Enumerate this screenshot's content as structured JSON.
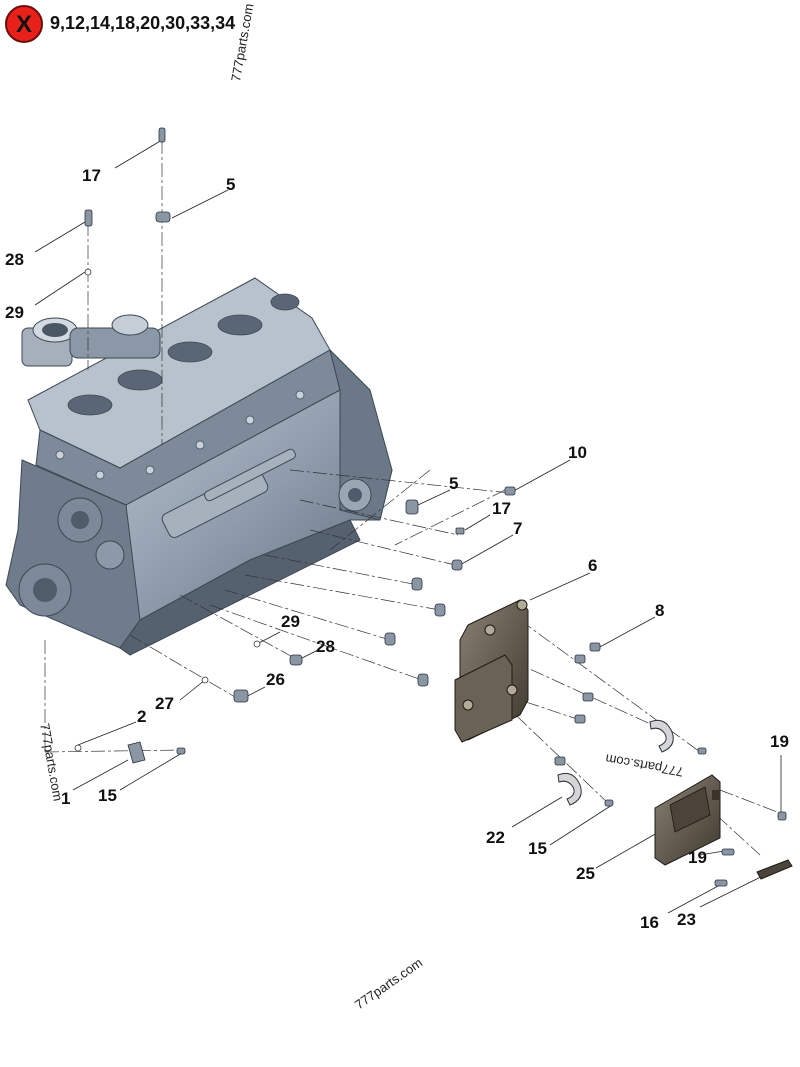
{
  "header": {
    "excluded_marker": "X",
    "excluded_items": "9,12,14,18,20,30,33,34"
  },
  "watermarks": [
    "777parts.com",
    "777parts.com",
    "777parts.com",
    "777parts.com"
  ],
  "callouts": {
    "c17a": "17",
    "c5a": "5",
    "c28a": "28",
    "c29a": "29",
    "c10": "10",
    "c5b": "5",
    "c17b": "17",
    "c7": "7",
    "c6": "6",
    "c8": "8",
    "c29b": "29",
    "c28b": "28",
    "c26": "26",
    "c27": "27",
    "c2": "2",
    "c1": "1",
    "c15a": "15",
    "c19a": "19",
    "c22": "22",
    "c15b": "15",
    "c19b": "19",
    "c25": "25",
    "c16": "16",
    "c23": "23"
  },
  "colors": {
    "engine_body": "#8e9bab",
    "engine_shadow": "#4f5b6b",
    "engine_light": "#c3ccd6",
    "bracket": "#5d5548",
    "badge_red": "#e8221a"
  }
}
